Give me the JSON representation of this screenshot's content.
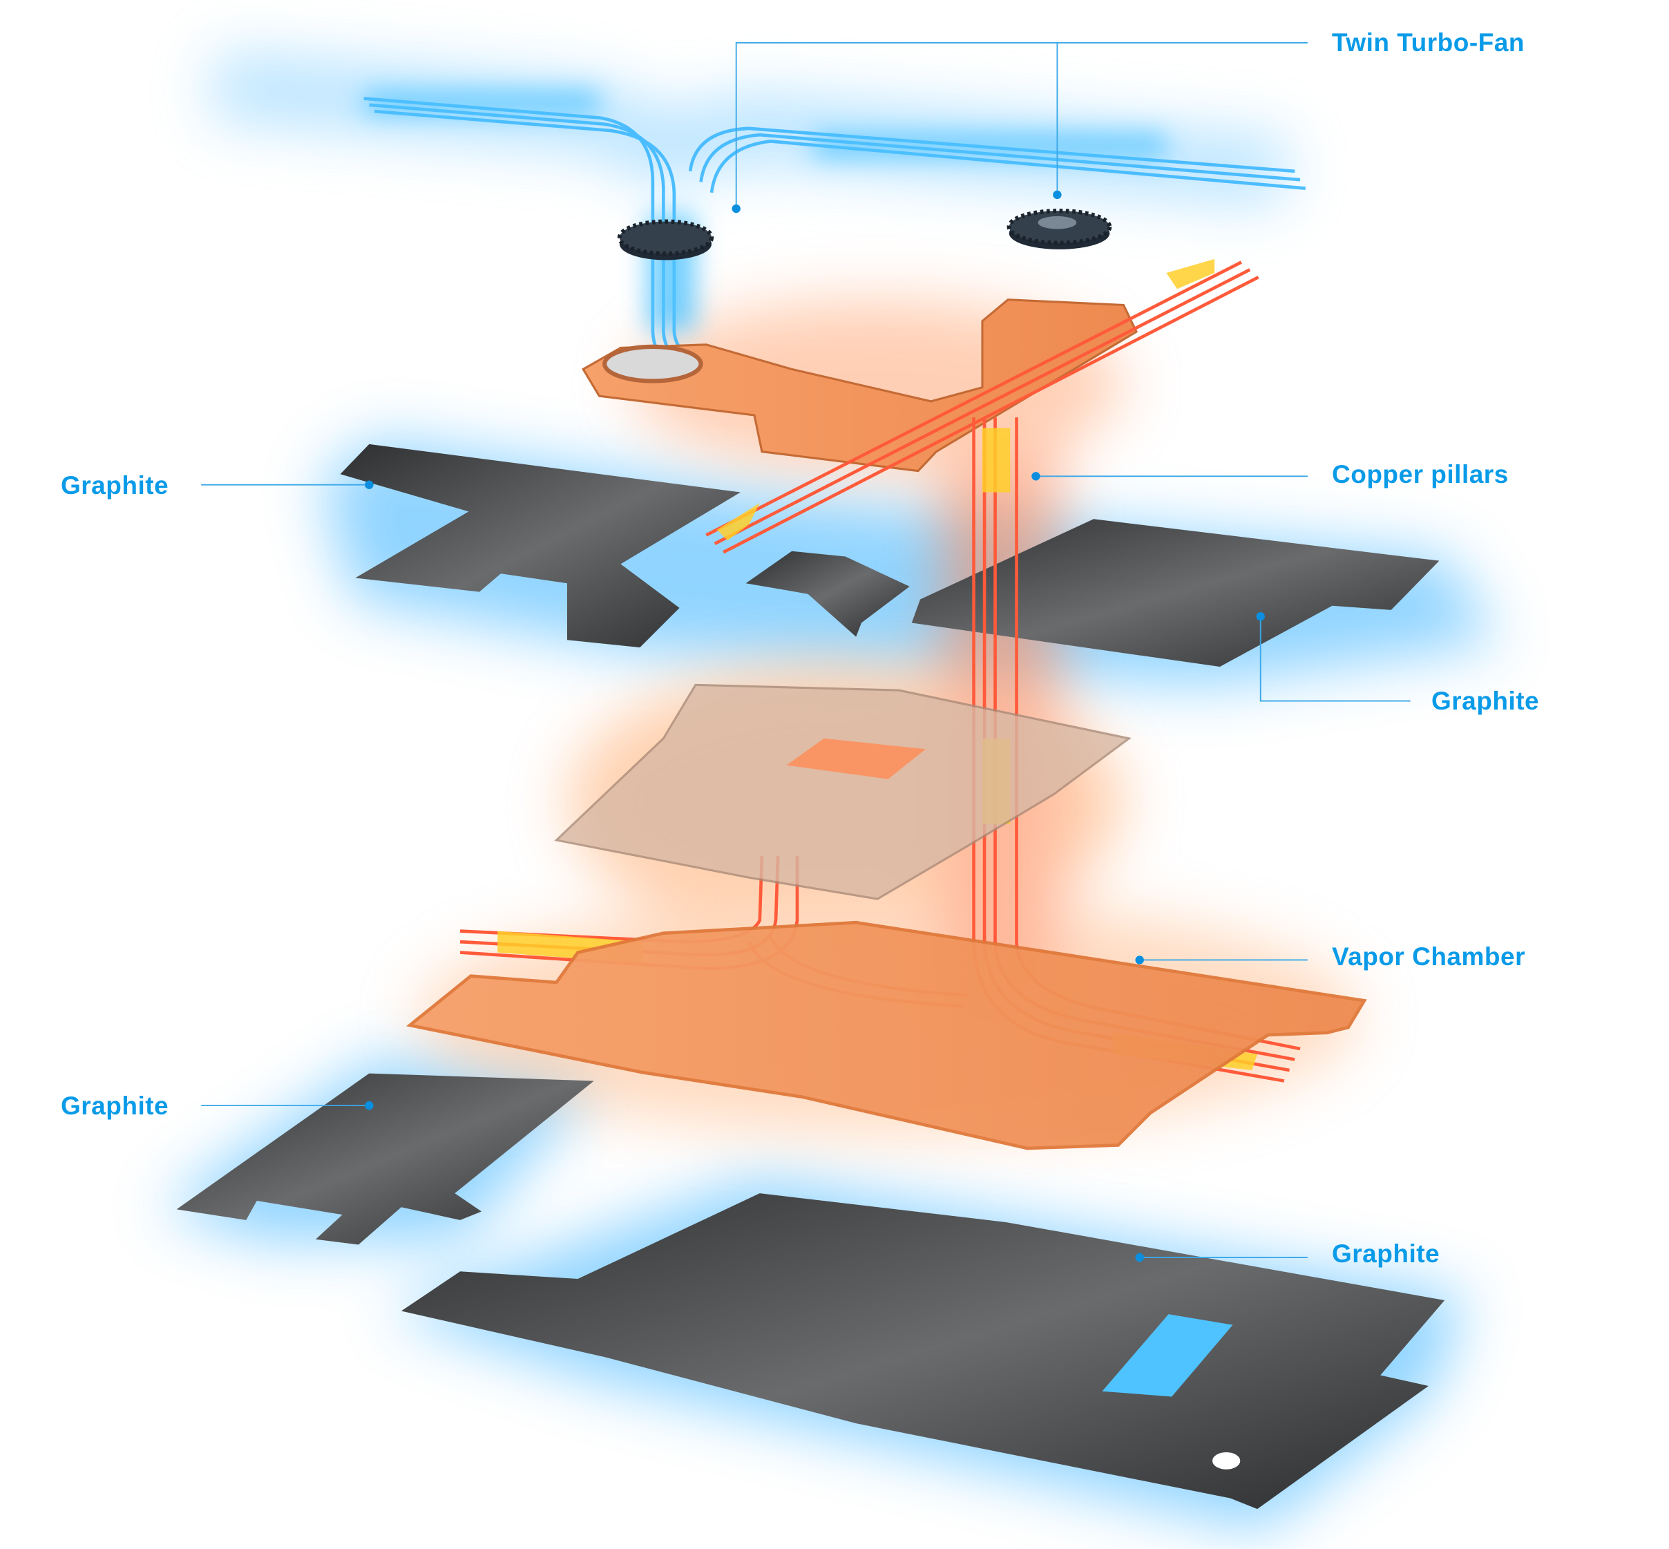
{
  "colors": {
    "accent": "#0a9be8",
    "graphite": "#3a3b3d",
    "copper": "#f0955a",
    "heat": "#ff4a2a",
    "airflow": "#3db8ff"
  },
  "labels": {
    "twin_turbo_fan": "Twin Turbo-Fan",
    "graphite_top_left": "Graphite",
    "copper_pillars": "Copper pillars",
    "graphite_mid_right": "Graphite",
    "vapor_chamber": "Vapor Chamber",
    "graphite_lower_left": "Graphite",
    "graphite_bottom": "Graphite"
  }
}
